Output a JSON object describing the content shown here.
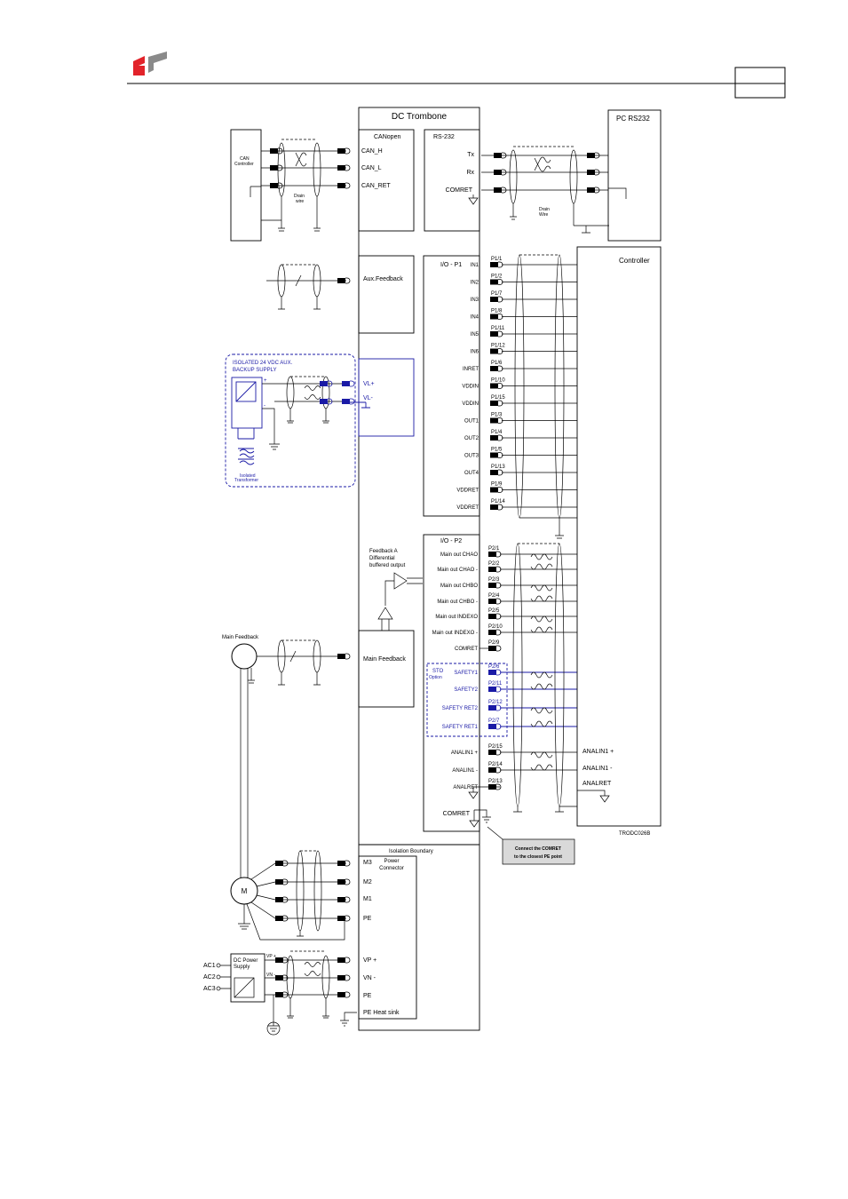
{
  "header": {
    "page_number": "",
    "brand_colors": {
      "red": "#e2232a",
      "gray": "#808080"
    },
    "logo_icon": "company-logo-icon"
  },
  "drive": {
    "title": "DC Trombone",
    "canopen": {
      "title": "CANopen",
      "pins": [
        "CAN_H",
        "CAN_L",
        "CAN_RET"
      ]
    },
    "rs232": {
      "title": "RS-232",
      "pins": [
        "Tx",
        "Rx",
        "COMRET"
      ]
    },
    "aux_feedback": "Aux.Feedback",
    "main_feedback": "Main Feedback",
    "vl": [
      "VL+",
      "VL-"
    ],
    "isolation": "Isolation Boundary",
    "power_connector": "Power\nConnector",
    "motor_pins": [
      "M3",
      "M2",
      "M1",
      "PE"
    ],
    "power_pins": [
      "VP +",
      "VN -",
      "PE",
      "PE Heat sink"
    ],
    "feedback_a": [
      "Feedback A",
      "Differential",
      "buffered output"
    ]
  },
  "can_controller": [
    "CAN",
    "Controller"
  ],
  "drain_wire": [
    "Drain",
    "wire"
  ],
  "drain_wire2": [
    "Drain",
    "Wire"
  ],
  "pc_rs232": "PC RS232",
  "controller": "Controller",
  "isolated_supply": {
    "title": [
      "ISOLATED 24 VDC AUX.",
      "BACKUP SUPPLY"
    ],
    "plus": "+",
    "minus": "-",
    "transformer": [
      "Isolated",
      "Transformer"
    ]
  },
  "io_p1": {
    "title": "I/O - P1",
    "rows": [
      {
        "pin": "P1/1",
        "sig": "IN1"
      },
      {
        "pin": "P1/2",
        "sig": "IN2"
      },
      {
        "pin": "P1/7",
        "sig": "IN3"
      },
      {
        "pin": "P1/8",
        "sig": "IN4"
      },
      {
        "pin": "P1/11",
        "sig": "IN5"
      },
      {
        "pin": "P1/12",
        "sig": "IN6"
      },
      {
        "pin": "P1/6",
        "sig": "INRET"
      },
      {
        "pin": "P1/10",
        "sig": "VDDIN"
      },
      {
        "pin": "P1/15",
        "sig": "VDDIN"
      },
      {
        "pin": "P1/3",
        "sig": "OUT1"
      },
      {
        "pin": "P1/4",
        "sig": "OUT2"
      },
      {
        "pin": "P1/5",
        "sig": "OUT3"
      },
      {
        "pin": "P1/13",
        "sig": "OUT4"
      },
      {
        "pin": "P1/9",
        "sig": "VDDRET"
      },
      {
        "pin": "P1/14",
        "sig": "VDDRET"
      }
    ]
  },
  "io_p2": {
    "title": "I/O - P2",
    "rows": [
      {
        "pin": "P2/1",
        "sig": "Main out CHAO"
      },
      {
        "pin": "P2/2",
        "sig": "Main out CHAO -"
      },
      {
        "pin": "P2/3",
        "sig": "Main out CHBO"
      },
      {
        "pin": "P2/4",
        "sig": "Main out CHBO -"
      },
      {
        "pin": "P2/5",
        "sig": "Main out INDEXO"
      },
      {
        "pin": "P2/10",
        "sig": "Main out INDEXO -"
      },
      {
        "pin": "P2/9",
        "sig": "COMRET"
      },
      {
        "pin": "P2/6",
        "sig": "SAFETY1"
      },
      {
        "pin": "P2/11",
        "sig": "SAFETY2"
      },
      {
        "pin": "P2/12",
        "sig": "SAFETY RET2"
      },
      {
        "pin": "P2/7",
        "sig": "SAFETY RET1"
      },
      {
        "pin": "P2/15",
        "sig": "ANALIN1 +"
      },
      {
        "pin": "P2/14",
        "sig": "ANALIN1 -"
      },
      {
        "pin": "P2/13",
        "sig": "ANALRET"
      }
    ],
    "comret": "COMRET"
  },
  "sto_option": [
    "STO",
    "Option"
  ],
  "controller_analog": [
    "ANALIN1 +",
    "ANALIN1 -",
    "ANALRET"
  ],
  "note": [
    "Connect the COMRET",
    "to the closest PE point"
  ],
  "drawing_id": "TRODC026B",
  "main_feedback_label": "Main Feedback",
  "motor_label": "M",
  "dc_power_supply": {
    "title": [
      "DC Power",
      "Supply"
    ],
    "vp": "VP +",
    "vn": "VN -"
  },
  "ac_inputs": [
    "AC1",
    "AC2",
    "AC3"
  ]
}
